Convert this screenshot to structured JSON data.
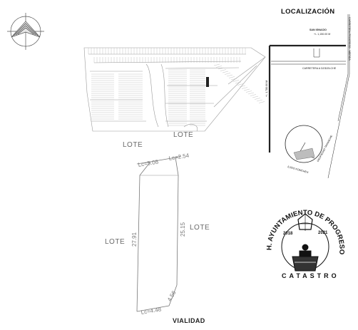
{
  "location": {
    "title": "LOCALIZACIÓN",
    "town": "SAN IGNACIO",
    "distance_top": "+/- 1,150.00 M",
    "distance_side": "+/- 1,780.00 M",
    "road_vertical": "CARRETERA PROGRESO - MERIDA",
    "road_horizontal": "CARRETERA A DZIDZILCHE",
    "ejido": "EJIDO KOMCHEN",
    "property": "PROPIEDAD TAMANCHE"
  },
  "plot": {
    "lote_top_left": "LOTE",
    "lote_top_right": "LOTE",
    "lote_left": "LOTE",
    "lote_right": "LOTE",
    "lc_top_left": "Lc=5.08",
    "lc_top_right": "Lc=2.54",
    "side_left": "27.91",
    "side_right": "25.15",
    "diag_bottom": "4.56",
    "lc_bottom": "Lc=4.48",
    "street": "VIALIDAD"
  },
  "seal": {
    "arc_text": "H. AYUNTAMIENTO DE PROGRESO",
    "year_left": "2018",
    "year_right": "2021",
    "bottom_text": "CATASTRO"
  }
}
